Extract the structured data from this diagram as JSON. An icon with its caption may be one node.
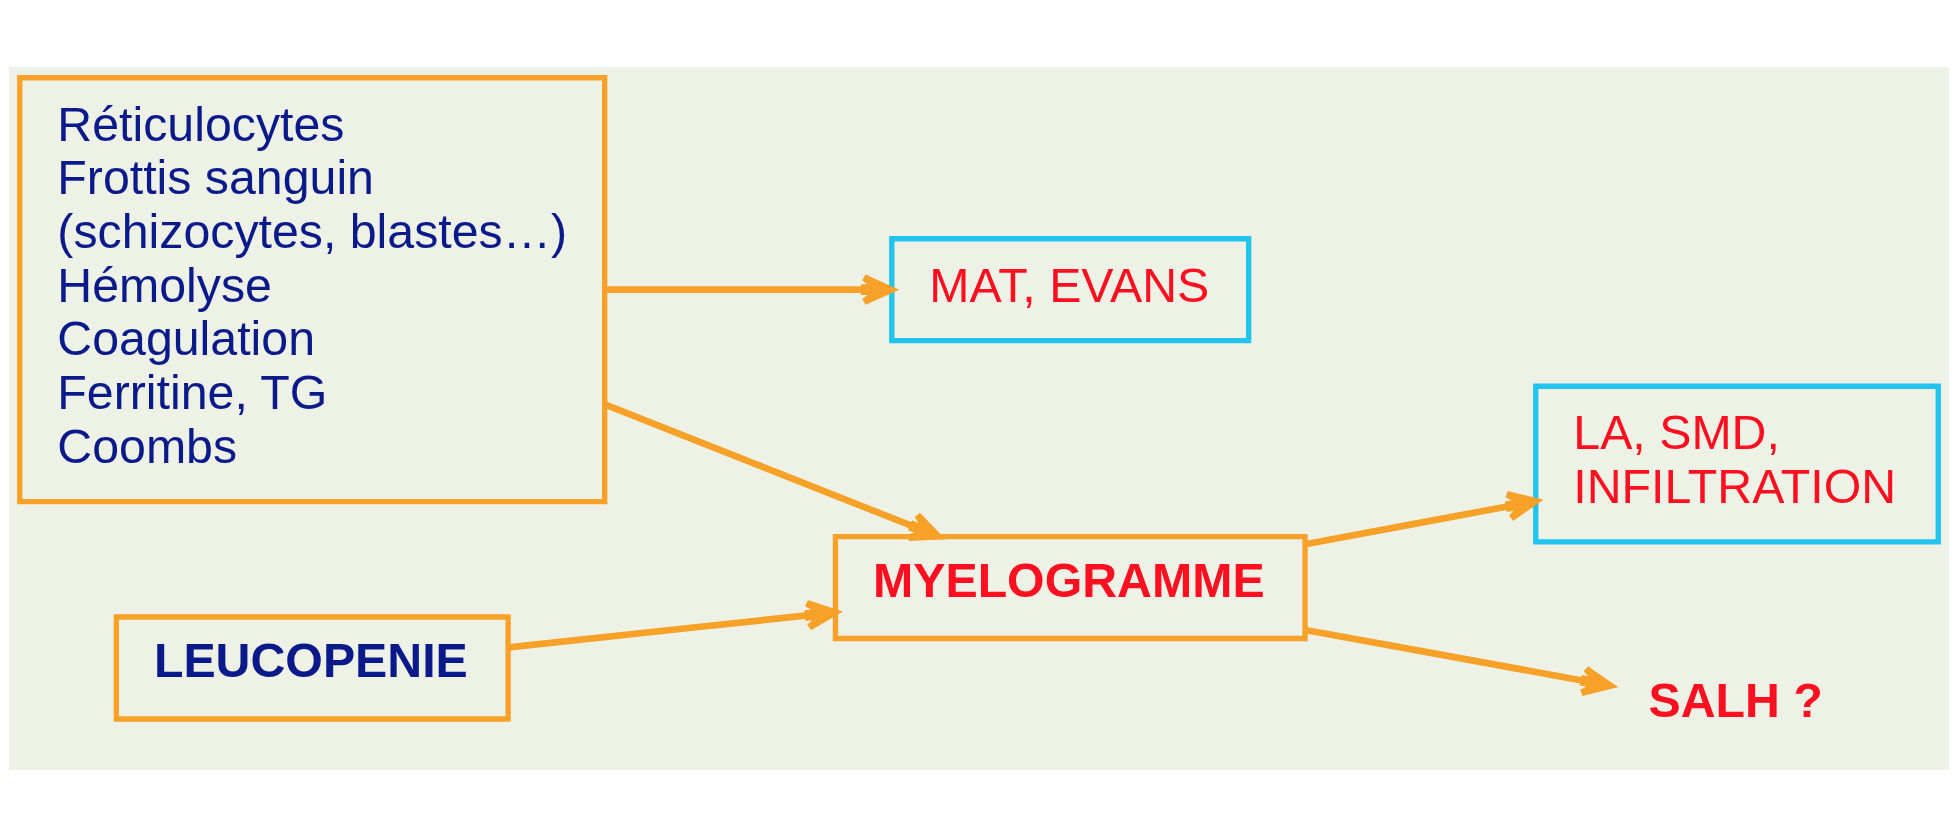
{
  "diagram": {
    "nodes": [
      {
        "text": [
          "Réticulocytes",
          "Frottis sanguin",
          "(schizocytes, blastes…)",
          "Hémolyse",
          "Coagulation",
          "Ferritine, TG",
          "Coombs"
        ]
      },
      {
        "text": [
          "MAT, EVANS"
        ]
      },
      {
        "text": [
          "LEUCOPENIE"
        ]
      },
      {
        "text": [
          "MYELOGRAMME"
        ]
      },
      {
        "text": [
          "LA, SMD,",
          "INFILTRATION"
        ]
      },
      {
        "text": [
          "SALH ?"
        ]
      }
    ],
    "edges": [
      {
        "from": 0,
        "to": 3,
        "arrow": "to"
      },
      {
        "from": 0,
        "to": 1,
        "arrow": "to"
      },
      {
        "from": 2,
        "to": 3,
        "arrow": "to"
      },
      {
        "from": 3,
        "to": 4,
        "arrow": "to"
      },
      {
        "from": 3,
        "to": 5,
        "arrow": "to"
      }
    ]
  }
}
